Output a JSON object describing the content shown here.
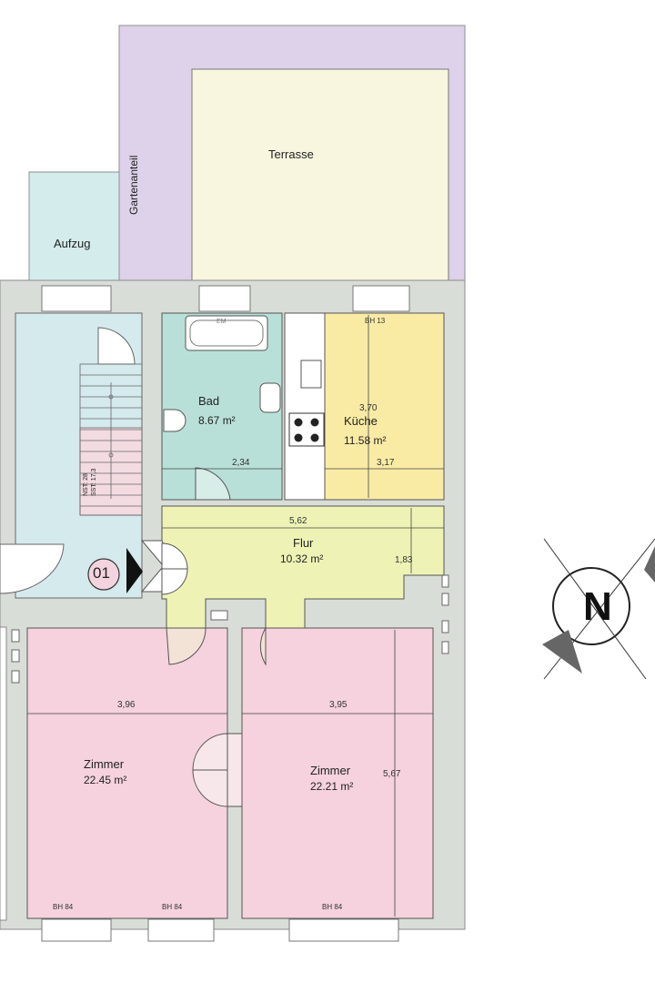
{
  "rooms": {
    "terrasse": {
      "name": "Terrasse"
    },
    "gartenanteil": {
      "name": "Gartenanteil"
    },
    "aufzug": {
      "name": "Aufzug"
    },
    "bad": {
      "name": "Bad",
      "area": "8.67 m²",
      "width_dim": "2,34",
      "fixture_label": "EM"
    },
    "kueche": {
      "name": "Küche",
      "area": "11.58 m²",
      "depth_dim": "3,70",
      "width_dim": "3,17",
      "bh": "BH 13"
    },
    "flur": {
      "name": "Flur",
      "area": "10.32 m²",
      "width_dim": "5,62",
      "depth_dim": "1,83"
    },
    "zimmer_left": {
      "name": "Zimmer",
      "area": "22.45 m²",
      "width_dim": "3,96",
      "bh_1": "BH 84",
      "bh_2": "BH 84"
    },
    "zimmer_right": {
      "name": "Zimmer",
      "area": "22.21 m²",
      "width_dim": "3,95",
      "depth_dim": "5,67",
      "bh": "BH 84"
    }
  },
  "stairs": {
    "labels": [
      "NST: 28",
      "SST: 17,3"
    ]
  },
  "unit_number": "01",
  "compass": {
    "letter": "N",
    "icon": "north-arrow-icon"
  },
  "colors": {
    "wall": "#d9ddd8",
    "terrasse": "#f8f6de",
    "garden": "#ddd2ea",
    "aufzug": "#d4ecec",
    "stair_hall": "#d5eaed",
    "bad": "#b8e0d8",
    "kueche": "#f9eba4",
    "flur": "#eef3b5",
    "zimmer": "#f5d2dd",
    "stairs_pink": "#f3dbe2"
  }
}
